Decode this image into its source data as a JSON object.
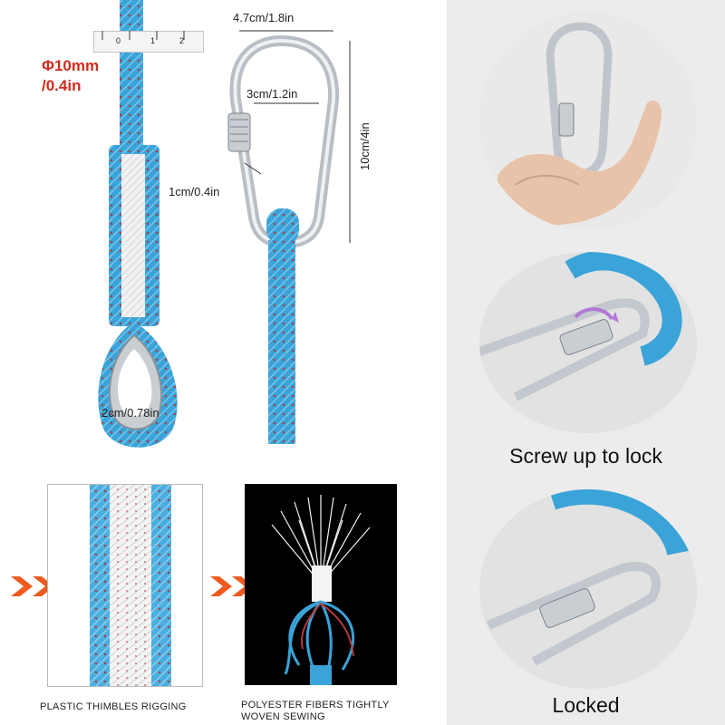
{
  "rope": {
    "diameter_label": "Φ10mm",
    "diameter_label_in": "/0.4in",
    "thimble_width_label": "2cm/0.78in",
    "ruler_numbers": [
      "0",
      "1",
      "2"
    ]
  },
  "carabiner": {
    "width_label": "4.7cm/1.8in",
    "inner_width_label": "3cm/1.2in",
    "height_label": "10cm/4in",
    "gate_label": "1cm/0.4in"
  },
  "features": {
    "thimble_caption": "PLASTIC THIMBLES RIGGING",
    "fiber_caption_line1": "POLYESTER FIBERS TIGHTLY",
    "fiber_caption_line2": "WOVEN SEWING"
  },
  "right_panel": {
    "screw_caption": "Screw up to lock",
    "locked_caption": "Locked"
  },
  "colors": {
    "rope_blue": "#3aa3d8",
    "rope_core": "#f1f1f1",
    "accent_red": "#d42a1e",
    "arrow_orange": "#ef5a1f",
    "metal": "#c9ced3"
  }
}
